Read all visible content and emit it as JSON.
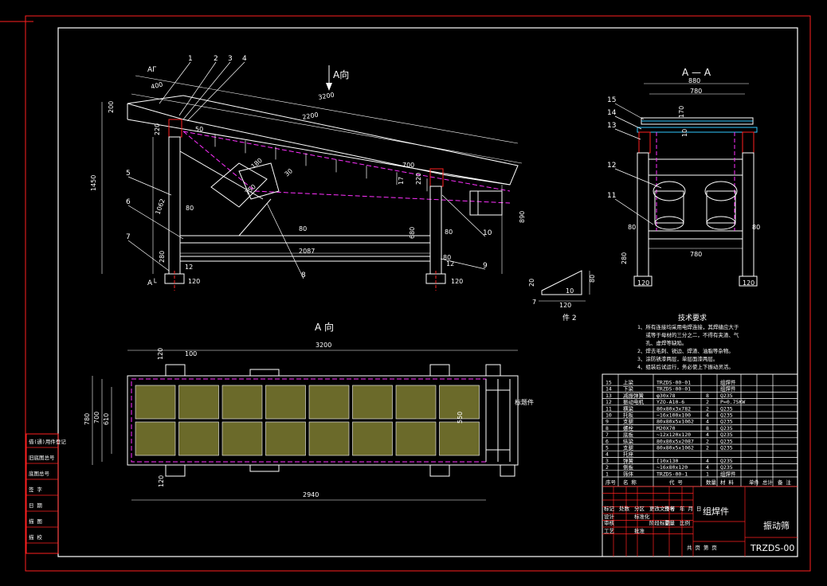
{
  "sheet": {
    "drawing_no": "TRZDS-00",
    "drawing_name": "振动筛",
    "group_label": "组焊件",
    "scale_row": "共 页 第 页"
  },
  "views": {
    "section_title": "A — A",
    "view_a_title": "A  向",
    "arrow_label": "A向",
    "section_marks": [
      "AΓ",
      "A└"
    ],
    "part_label_2": "件 2"
  },
  "side_dims": [
    "3200",
    "2200",
    "400",
    "200",
    "50",
    "220",
    "180",
    "150",
    "30",
    "700",
    "17",
    "220",
    "890",
    "1450",
    "1062",
    "80",
    "80",
    "80",
    "2087",
    "680",
    "80",
    "280",
    "12",
    "120",
    "12",
    "120"
  ],
  "side_callouts": [
    "1",
    "2",
    "3",
    "4",
    "5",
    "6",
    "7",
    "8",
    "9",
    "10"
  ],
  "section_dims": [
    "880",
    "780",
    "170",
    "10",
    "780",
    "80",
    "80",
    "280",
    "120",
    "120"
  ],
  "section_callouts": [
    "15",
    "14",
    "13",
    "12",
    "11"
  ],
  "part2_dims": [
    "20",
    "80",
    "7",
    "120",
    "10"
  ],
  "plan_dims": [
    "3200",
    "100",
    "120",
    "780",
    "700",
    "610",
    "550",
    "120",
    "2940"
  ],
  "plan_note": "标题件",
  "tech_title": "技术要求",
  "tech_notes": [
    "1、所有连接均采用电焊连接，其焊缝应大于",
    "　 或等于母材的三分之二，不得有夹渣、气",
    "　 孔、虚焊等缺陷。",
    "2、焊去毛刺、锐边、焊渣、油脂等杂物。",
    "3、涂防锈漆两层，单层面漆两层。",
    "4、组装后试运行，务必使上下振动灵活。"
  ],
  "bom": [
    {
      "no": "15",
      "name": "上梁",
      "code": "TRZDS-00-01",
      "qty": "",
      "mat": "组焊件"
    },
    {
      "no": "14",
      "name": "下梁",
      "code": "TRZDS-00-01",
      "qty": "",
      "mat": "组焊件"
    },
    {
      "no": "13",
      "name": "减振弹簧",
      "code": "φ30x78",
      "qty": "8",
      "mat": "Q235"
    },
    {
      "no": "12",
      "name": "振动电机",
      "code": "YZO-A10-6",
      "qty": "2",
      "mat": "P=0.75KW"
    },
    {
      "no": "11",
      "name": "横梁",
      "code": "80x80x3x782",
      "qty": "2",
      "mat": "Q235"
    },
    {
      "no": "10",
      "name": "托板",
      "code": "~16x100x100",
      "qty": "4",
      "mat": "Q235"
    },
    {
      "no": "9",
      "name": "支腿",
      "code": "80x80x5x1062",
      "qty": "4",
      "mat": "Q235"
    },
    {
      "no": "8",
      "name": "螺栓",
      "code": "M20X70",
      "qty": "8",
      "mat": "Q235"
    },
    {
      "no": "7",
      "name": "底板",
      "code": "~12x120x120",
      "qty": "4",
      "mat": "Q235"
    },
    {
      "no": "6",
      "name": "纵梁",
      "code": "80x80x5x2087",
      "qty": "2",
      "mat": "Q235"
    },
    {
      "no": "5",
      "name": "支腿",
      "code": "80x80x5x1062",
      "qty": "2",
      "mat": "Q235"
    },
    {
      "no": "4",
      "name": "托座",
      "code": "",
      "qty": "",
      "mat": ""
    },
    {
      "no": "3",
      "name": "弹簧",
      "code": "[10x130",
      "qty": "4",
      "mat": "Q235"
    },
    {
      "no": "2",
      "name": "侧板",
      "code": "~16x80x120",
      "qty": "4",
      "mat": "Q235"
    },
    {
      "no": "1",
      "name": "筛体",
      "code": "TRZDS-00-1",
      "qty": "1",
      "mat": "组焊件"
    }
  ],
  "bom_header": {
    "no": "序号",
    "name": "名 称",
    "code": "代 号",
    "qty": "数量",
    "mat": "材 料",
    "weight": "单件 总计",
    "remark": "备 注"
  },
  "title_cells": {
    "r1": [
      "标记",
      "处数",
      "分区",
      "更改文件号",
      "签名",
      "年 月 日"
    ],
    "r2": [
      "设计",
      "",
      "标准化",
      ""
    ],
    "r3": [
      "审核",
      "",
      "",
      "阶段标记",
      "重量",
      "比例"
    ],
    "r4": [
      "工艺",
      "",
      "批准",
      ""
    ]
  },
  "left_strip": [
    "借(通)用件登记",
    "旧底图总号",
    "底图总号",
    "签 字",
    "日 期",
    "描 图",
    "描 校"
  ]
}
